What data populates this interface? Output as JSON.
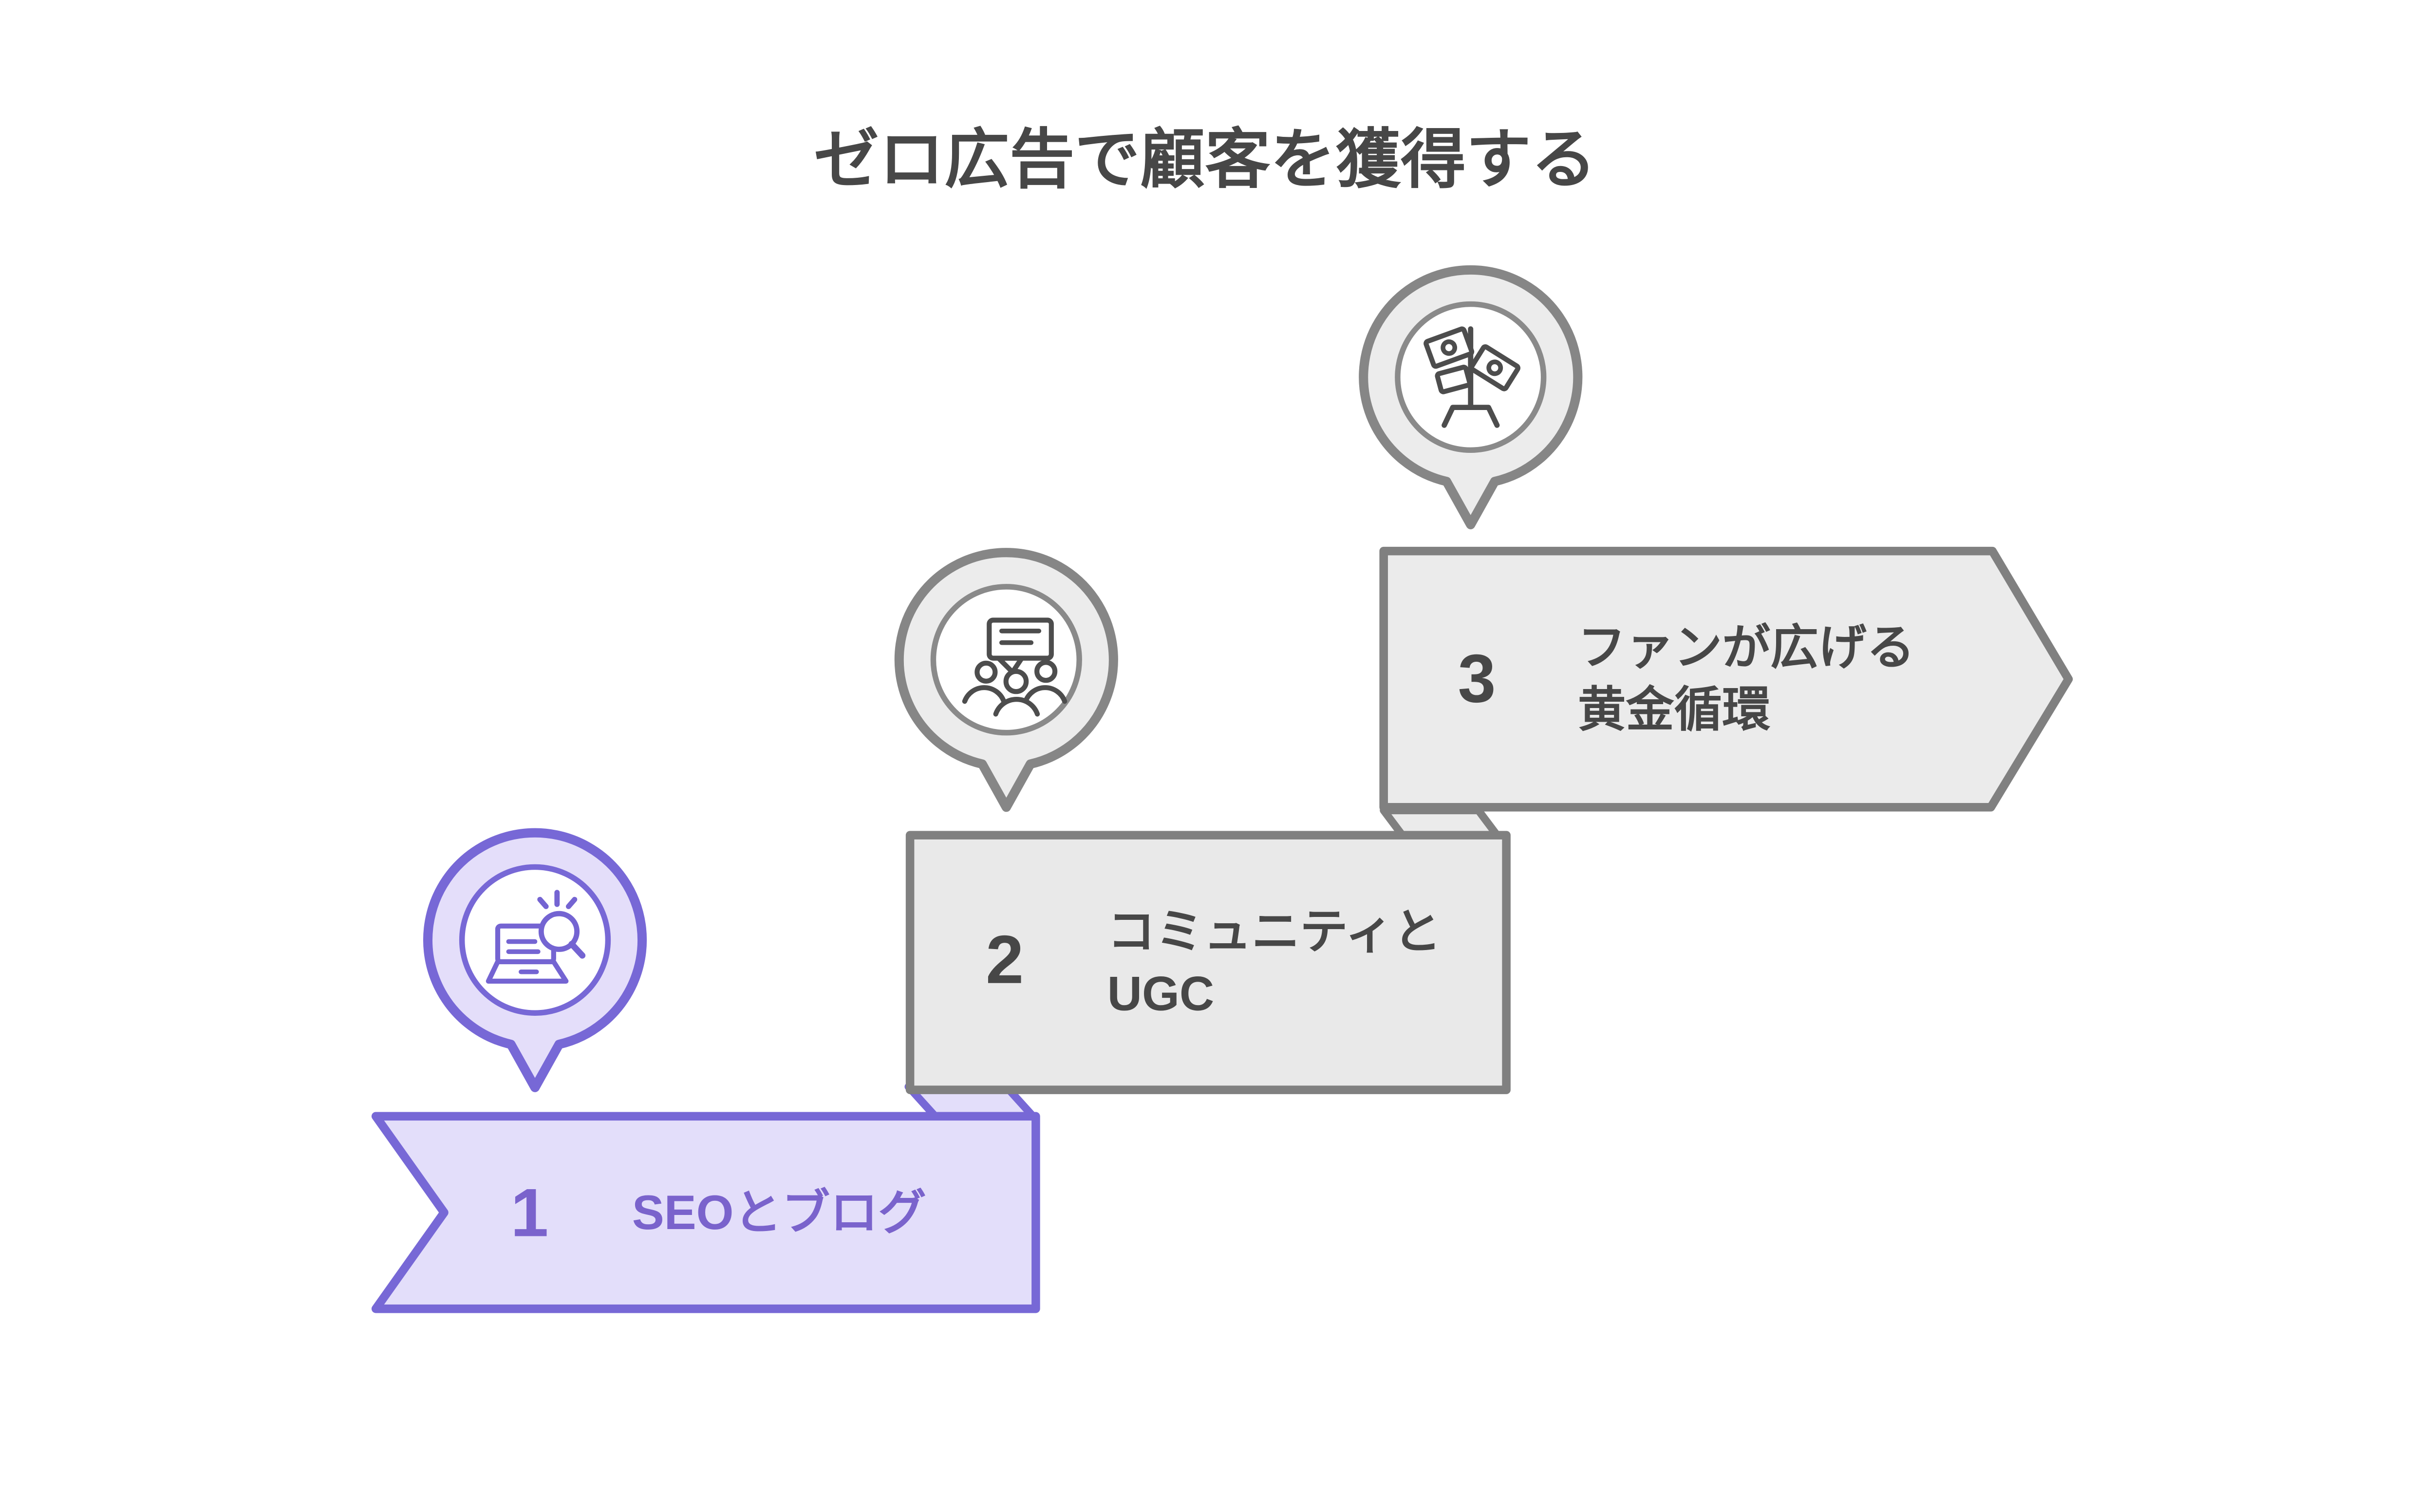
{
  "title": "ゼロ広告で顧客を獲得する",
  "steps": [
    {
      "number": "1",
      "label_lines": [
        "SEOとブログ"
      ],
      "icon": "laptop-search-icon",
      "theme": "purple"
    },
    {
      "number": "2",
      "label_lines": [
        "コミュニティと",
        "UGC"
      ],
      "icon": "community-chat-icon",
      "theme": "gray"
    },
    {
      "number": "3",
      "label_lines": [
        "ファンが広げる",
        "黄金循環"
      ],
      "icon": "money-tree-icon",
      "theme": "gray"
    }
  ],
  "colors": {
    "purple_border": "#7768d6",
    "purple_fill": "#e3defa",
    "purple_text": "#7a63cc",
    "gray_border": "#808080",
    "gray_fill": "#e9e9e9",
    "marker_gray_ring": "#8a8a8a",
    "icon_gray": "#4d4d4d",
    "icon_purple": "#7464d2",
    "text_dark": "#474747",
    "background": "#ffffff"
  }
}
